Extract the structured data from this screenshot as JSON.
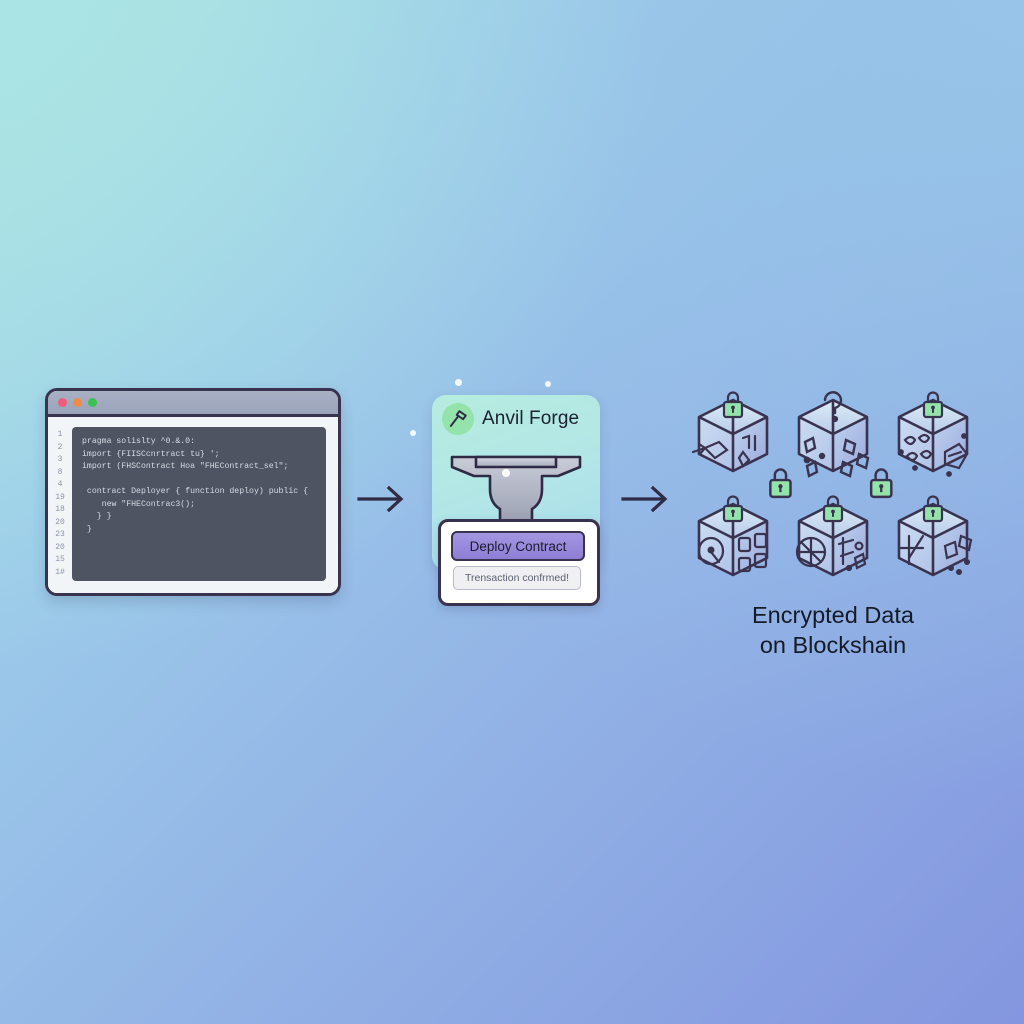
{
  "background": {
    "gradient_from": "#a9e3e4",
    "gradient_mid": "#9ccbea",
    "gradient_to": "#8396df"
  },
  "code_window": {
    "name": "code-editor-window",
    "traffic_lights": [
      {
        "name": "close",
        "color": "#ef5d7e"
      },
      {
        "name": "minimize",
        "color": "#f08a4b"
      },
      {
        "name": "maximize",
        "color": "#3cc14f"
      }
    ],
    "line_numbers": [
      "1",
      "2",
      "3",
      "8",
      "4",
      "19",
      "18",
      "20",
      "23",
      "20",
      "15",
      "1#"
    ],
    "code_lines": [
      "pragma solislty ^0.&.0:",
      "import {FIISCcnrtract tu} ';",
      "import (FHSContract Hoa \"FHEContract_sel\";",
      "",
      " contract Deployer { function deploy) public {",
      "    new \"FHEContrac3();",
      "   } }",
      " }"
    ],
    "editor_bg": "#4e5462",
    "text_color": "#d7dbe4"
  },
  "arrows": {
    "arrow_1_label": "arrow-code-to-forge",
    "arrow_2_label": "arrow-forge-to-chain",
    "color": "#2f2b45"
  },
  "forge": {
    "title": "Anvil Forge",
    "badge_icon": "hammer-icon",
    "badge_color": "#93e3ab",
    "card_color_from": "#b6ecdf",
    "card_color_to": "#a9dced",
    "deploy_button_label": "Deploy Contract",
    "deploy_button_color": "#8e7ed6",
    "status_text": "Trensaction confrmed!",
    "anvil_icon": "anvil-icon"
  },
  "blockchain": {
    "caption_line_1": "Encrypted Data",
    "caption_line_2": "on Blockshain",
    "caption_color": "#141a26",
    "lock_color": "#93e3ab",
    "outline_color": "#3a3350",
    "cubes": [
      {
        "name": "cube-1",
        "lock": true,
        "glyphs": "arrow-node-shapes"
      },
      {
        "name": "cube-2",
        "lock": false,
        "glyphs": "question-mark-shapes"
      },
      {
        "name": "cube-3",
        "lock": true,
        "glyphs": "leaf-blob-shapes"
      },
      {
        "name": "cube-4",
        "lock": true,
        "glyphs": "disc-grid-shapes"
      },
      {
        "name": "cube-5",
        "lock": true,
        "glyphs": "pie-dots-shapes"
      },
      {
        "name": "cube-6",
        "lock": true,
        "glyphs": "fork-fragment-shapes"
      }
    ],
    "floating_locks": 2
  }
}
